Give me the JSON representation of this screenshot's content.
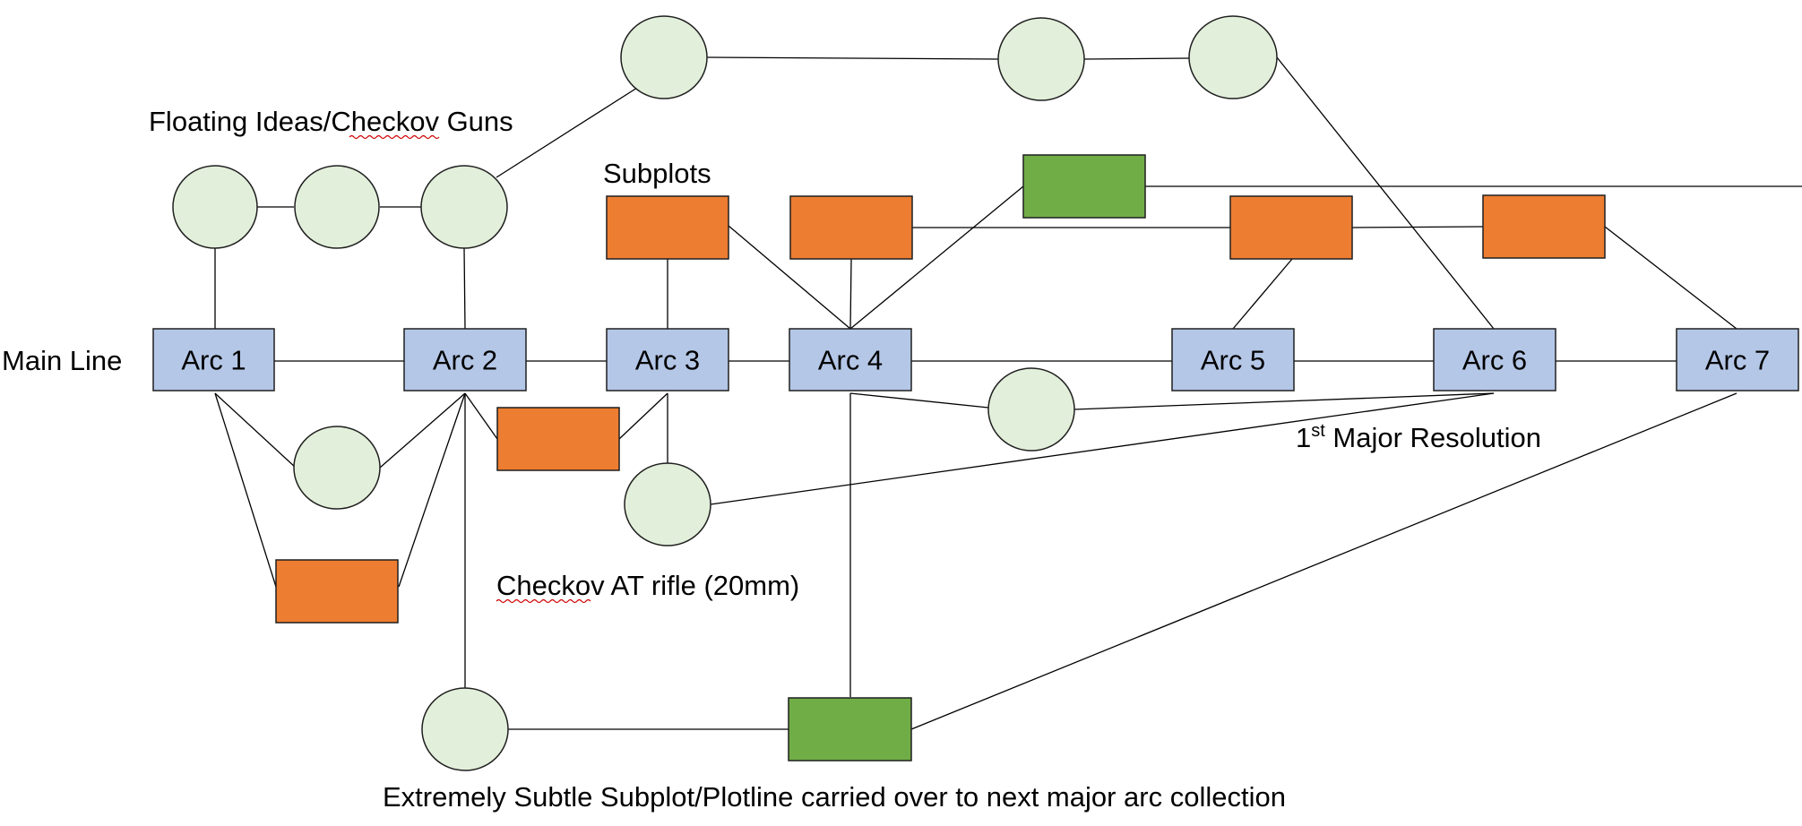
{
  "labels": {
    "main_line": "Main Line",
    "floating_ideas": "Floating Ideas/Checkov Guns",
    "subplots": "Subplots",
    "resolution_prefix": "1",
    "resolution_sup": "st",
    "resolution_suffix": " Major Resolution",
    "checkov_rifle": "Checkov AT rifle (20mm)",
    "subtle_subplot": "Extremely Subtle Subplot/Plotline carried over to next major arc collection"
  },
  "arcs": [
    "Arc 1",
    "Arc 2",
    "Arc 3",
    "Arc 4",
    "Arc 5",
    "Arc 6",
    "Arc 7"
  ],
  "colors": {
    "arc_fill": "#b4c7e7",
    "subplot_fill": "#ed7d31",
    "subtle_fill": "#70ad47",
    "idea_fill": "#e2efda",
    "spellcheck": "#d00000"
  }
}
